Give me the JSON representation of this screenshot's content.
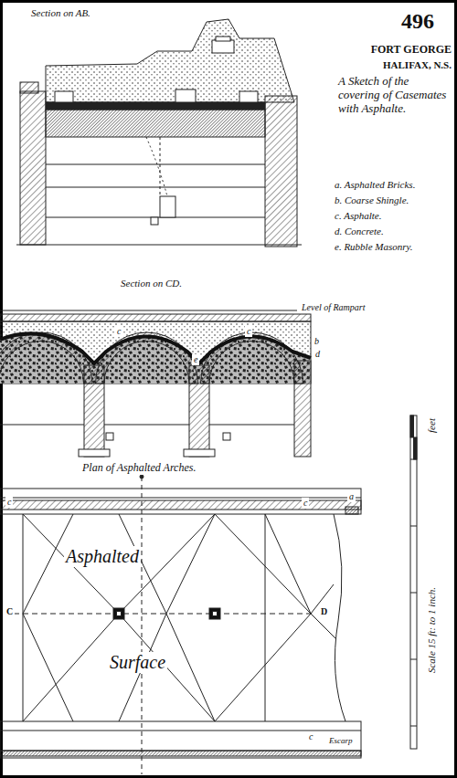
{
  "diagram": {
    "title": "A Sketch of the covering of Casemates with Asphalte.",
    "labels": [
      "496",
      "FORT GEORGE",
      "HALIFAX, N.S.",
      "Section on AB.",
      "a. Asphalted Bricks.",
      "b. Coarse Shingle.",
      "c. Asphalte.",
      "d. Concrete.",
      "e. Rubble Masonry.",
      "Section on CD.",
      "Level of Rampart",
      "c",
      "c",
      "e",
      "b",
      "d",
      "Plan of Asphalted Arches.",
      "c",
      "c",
      "a",
      "C",
      "D",
      "Asphalted",
      "Surface",
      "c",
      "Escarp",
      "feet",
      "Scale 15 ft: to 1 inch."
    ]
  }
}
